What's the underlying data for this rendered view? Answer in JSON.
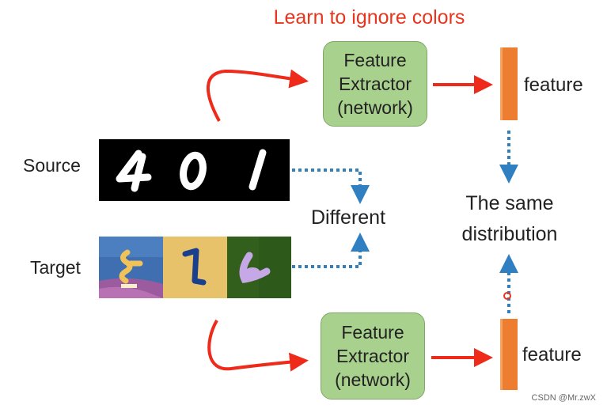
{
  "title": "Learn to ignore colors",
  "source_label": "Source",
  "target_label": "Target",
  "feature_extractor": {
    "line1": "Feature",
    "line2": "Extractor",
    "line3": "(network)"
  },
  "feature_label": "feature",
  "different_label": "Different",
  "same_distribution": {
    "line1": "The same",
    "line2": "distribution"
  },
  "source_digits": [
    "4",
    "0",
    "1"
  ],
  "target_digits": [
    "8",
    "1",
    "6"
  ],
  "watermark": "CSDN @Mr.zwX",
  "colors": {
    "title_red": "#e8351e",
    "arrow_red": "#ee2a1a",
    "dotted_blue": "#2f7fc1",
    "box_green": "#a9d18e",
    "feature_orange": "#ed7d31"
  }
}
